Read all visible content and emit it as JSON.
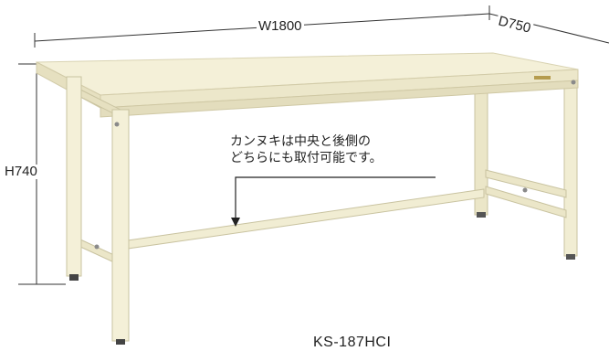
{
  "dimensions": {
    "width_label": "W1800",
    "depth_label": "D750",
    "height_label": "H740"
  },
  "note": {
    "line1": "カンヌキは中央と後側の",
    "line2": "どちらにも取付可能です。"
  },
  "model": "KS-187HCI",
  "colors": {
    "table_body": "#f4f0d8",
    "table_edge": "#d9d3b2",
    "dimension_line": "#333333"
  }
}
